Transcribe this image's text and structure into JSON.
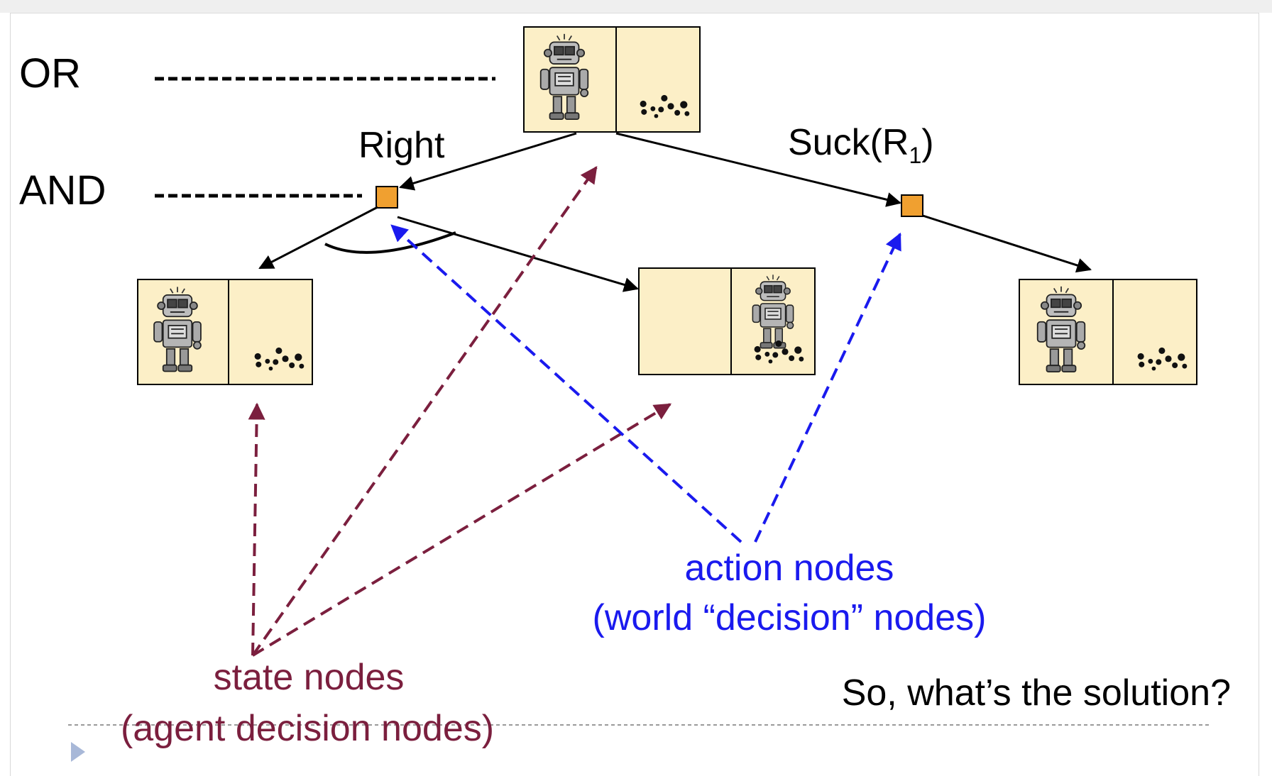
{
  "levels": {
    "or_label": "OR",
    "and_label": "AND"
  },
  "edges": {
    "right_label": "Right",
    "suck_label_main": "Suck(R",
    "suck_label_sub": "1",
    "suck_label_close": ")"
  },
  "annotations": {
    "action_nodes_line1": "action nodes",
    "action_nodes_line2": "(world “decision” nodes)",
    "state_nodes_line1": "state nodes",
    "state_nodes_line2": "(agent decision nodes)",
    "question": "So, what’s the solution?"
  },
  "colors": {
    "state_box_fill": "#fcefc7",
    "action_node_fill": "#f0a030",
    "state_arrow_color": "#7b1f3e",
    "action_arrow_color": "#1a1aee",
    "edge_color": "#000000",
    "text_color": "#000000"
  },
  "icons": {
    "robot": "robot-icon",
    "dirt": "dirt-icon"
  }
}
